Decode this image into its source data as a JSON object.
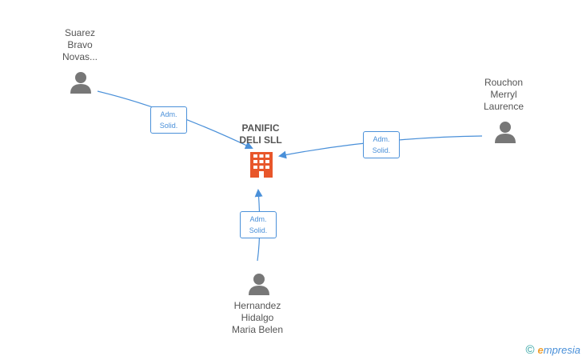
{
  "company": {
    "name_line1": "PANIFIC",
    "name_line2": "DELI SLL",
    "icon": "building-icon",
    "color": "#e8562a"
  },
  "people": [
    {
      "id": "suarez",
      "lines": [
        "Suarez",
        "Bravo",
        "Novas..."
      ],
      "icon": "person-icon"
    },
    {
      "id": "rouchon",
      "lines": [
        "Rouchon",
        "Merryl",
        "Laurence"
      ],
      "icon": "person-icon"
    },
    {
      "id": "hernandez",
      "lines": [
        "Hernandez",
        "Hidalgo",
        "Maria Belen"
      ],
      "icon": "person-icon"
    }
  ],
  "edges": [
    {
      "from": "suarez",
      "label_line1": "Adm.",
      "label_line2": "Solid."
    },
    {
      "from": "rouchon",
      "label_line1": "Adm.",
      "label_line2": "Solid."
    },
    {
      "from": "hernandez",
      "label_line1": "Adm.",
      "label_line2": "Solid."
    }
  ],
  "colors": {
    "edge": "#4a90d9",
    "person": "#777777",
    "text": "#555555"
  },
  "footer": {
    "copyright_symbol": "©",
    "brand_first": "e",
    "brand_rest": "mpresia"
  }
}
